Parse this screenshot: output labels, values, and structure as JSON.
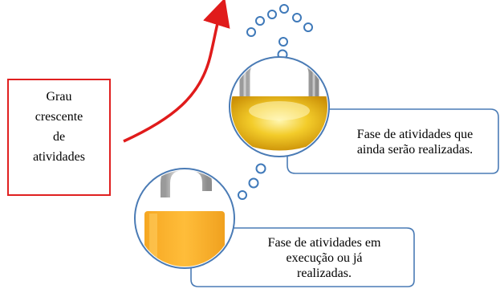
{
  "left_box": {
    "lines": [
      "Grau",
      "crescente",
      "de",
      "atividades"
    ]
  },
  "upper_callout": {
    "lines": [
      "Fase de atividades que",
      "ainda serão realizadas."
    ]
  },
  "lower_callout": {
    "lines": [
      "Fase de atividades em",
      "execução ou já",
      "realizadas."
    ]
  },
  "colors": {
    "arrow": "#e01b1b",
    "box_border": "#e02020",
    "callout_border": "#4a7bb5",
    "bubble": "#3f79b9",
    "lock_gold": "#e9b516",
    "lock_orange": "#fbb232"
  }
}
